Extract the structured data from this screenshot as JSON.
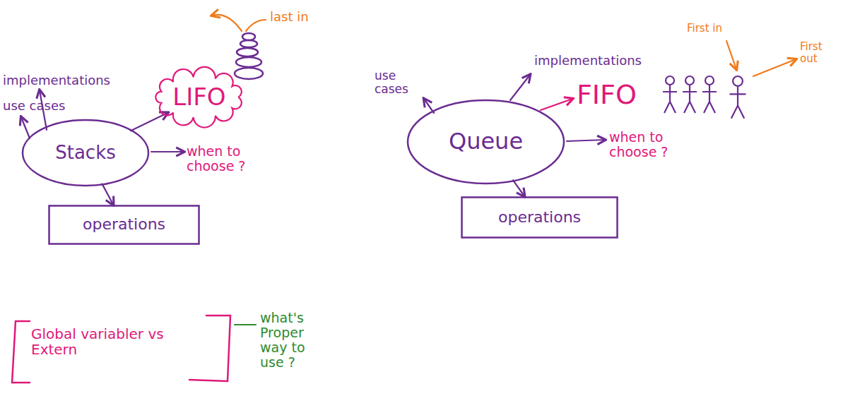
{
  "diagram": {
    "nodes": [
      {
        "text": [
          "Stacks"
        ]
      },
      {
        "text": [
          "LIFO"
        ]
      },
      {
        "text": [
          "operations"
        ]
      },
      {
        "text": [
          "Queue"
        ]
      },
      {
        "text": [
          "operations"
        ]
      }
    ],
    "edges": [
      {
        "from": 0,
        "to": 1,
        "arrow": "to"
      },
      {
        "from": 0,
        "to": 2,
        "arrow": "to"
      },
      {
        "from": 3,
        "to": 4,
        "arrow": "to"
      }
    ],
    "labels": [
      "last in",
      "implementations",
      "use cases",
      "when to choose ?",
      "use cases",
      "implementations",
      "FIFO",
      "First in",
      "First out",
      "when to choose ?",
      "Global variabler vs Extern",
      "what's Proper way to use ?"
    ]
  }
}
